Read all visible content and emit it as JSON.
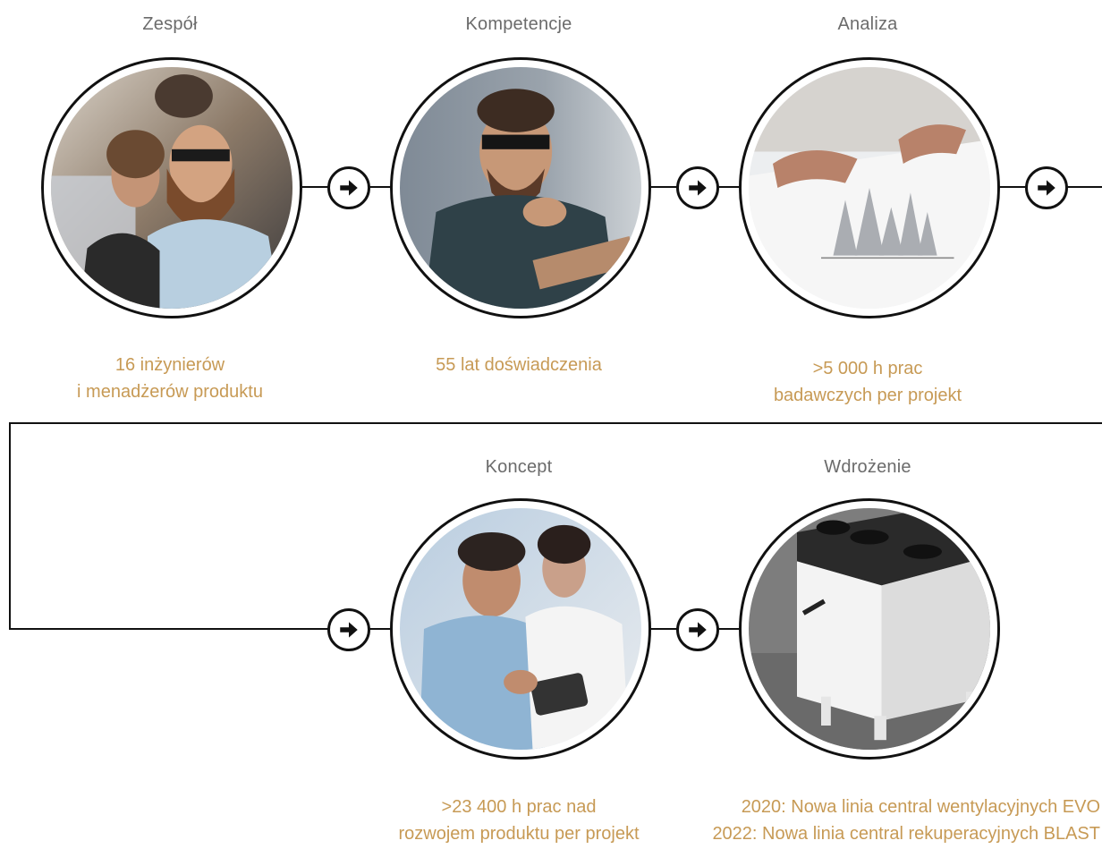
{
  "steps": [
    {
      "title": "Zespół",
      "desc_lines": [
        "16 inżynierów",
        "i menadżerów produktu"
      ],
      "photo": "team-at-laptop-photo"
    },
    {
      "title": "Kompetencje",
      "desc_lines": [
        "55 lat doświadczenia"
      ],
      "photo": "thinking-man-with-glasses-photo"
    },
    {
      "title": "Analiza",
      "desc_lines": [
        ">5 000 h prac",
        "badawczych per projekt"
      ],
      "photo": "charts-analysis-photo"
    },
    {
      "title": "Koncept",
      "desc_lines": [
        ">23 400  h prac nad",
        "rozwojem produktu per projekt"
      ],
      "photo": "two-people-with-tablet-photo"
    },
    {
      "title": "Wdrożenie",
      "desc_lines": [
        "2020: Nowa linia central wentylacyjnych EVO",
        "2022: Nowa linia central rekuperacyjnych BLAST"
      ],
      "photo": "ventilation-unit-product-photo"
    }
  ],
  "connector_icon": "right-arrow-icon",
  "colors": {
    "accent": "#c79a55",
    "title": "#6b6b6b",
    "line": "#111111"
  }
}
